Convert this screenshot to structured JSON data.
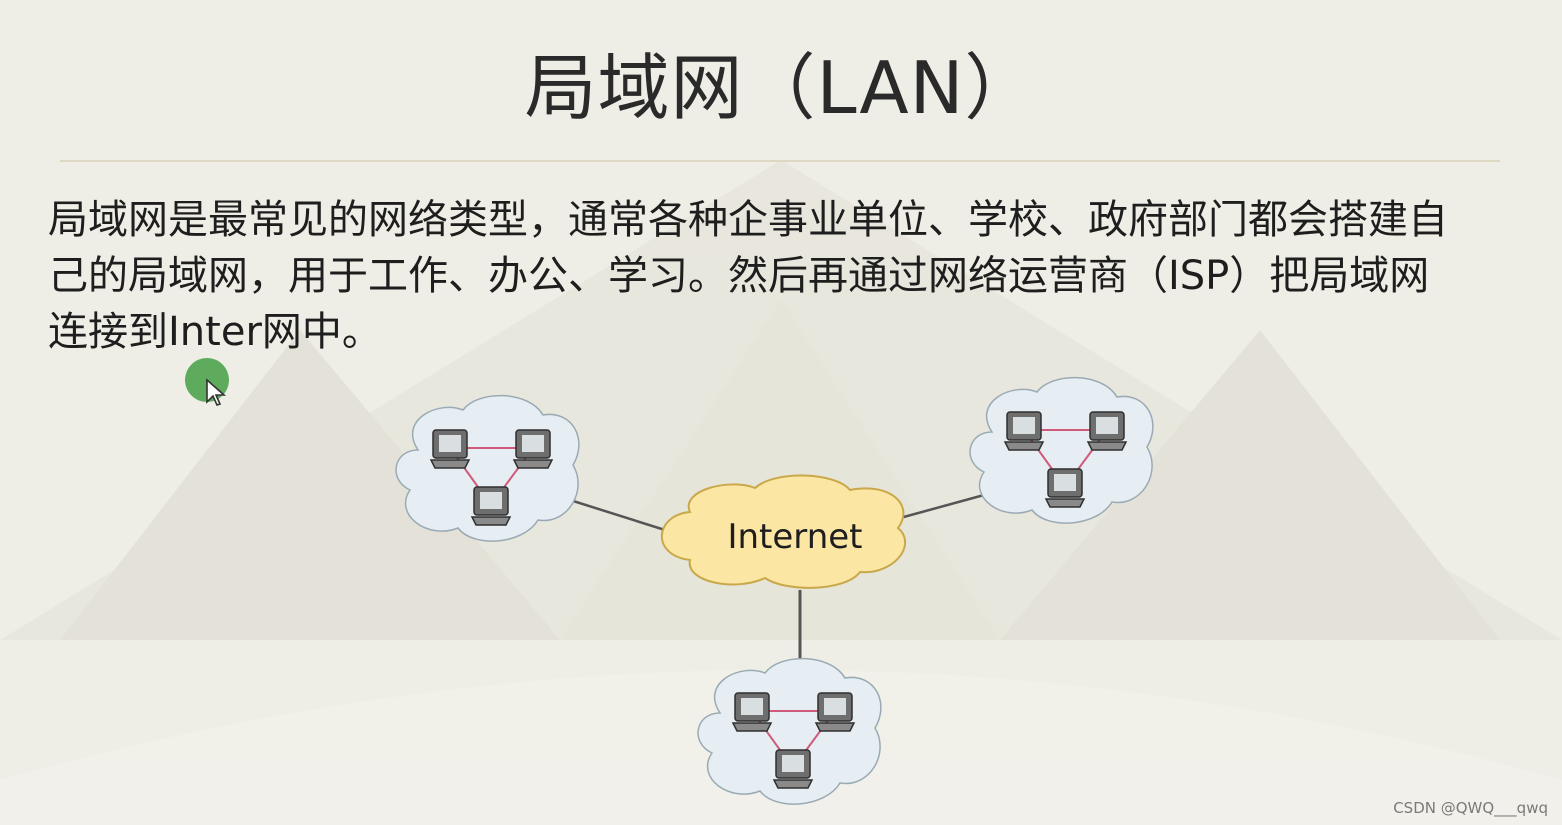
{
  "slide": {
    "title": "局域网（LAN）",
    "body": "局域网是最常见的网络类型，通常各种企事业单位、学校、政府部门都会搭建自己的局域网，用于工作、办公、学习。然后再通过网络运营商（ISP）把局域网连接到Inter网中。"
  },
  "diagram": {
    "center_cloud": {
      "label": "Internet",
      "color": "#fbe6a4",
      "stroke": "#c9a84a"
    },
    "lan_clouds": [
      {
        "id": "lan-left",
        "computers": 3,
        "color": "#e6eef3"
      },
      {
        "id": "lan-right",
        "computers": 3,
        "color": "#e6eef3"
      },
      {
        "id": "lan-bottom",
        "computers": 3,
        "color": "#e6eef3"
      }
    ],
    "link_color": "#555555",
    "lan_link_color": "#d05a7a"
  },
  "cursor": {
    "color": "#4fa34e",
    "icon": "pointer-arrow-icon"
  },
  "watermark": "CSDN @QWQ___qwq"
}
